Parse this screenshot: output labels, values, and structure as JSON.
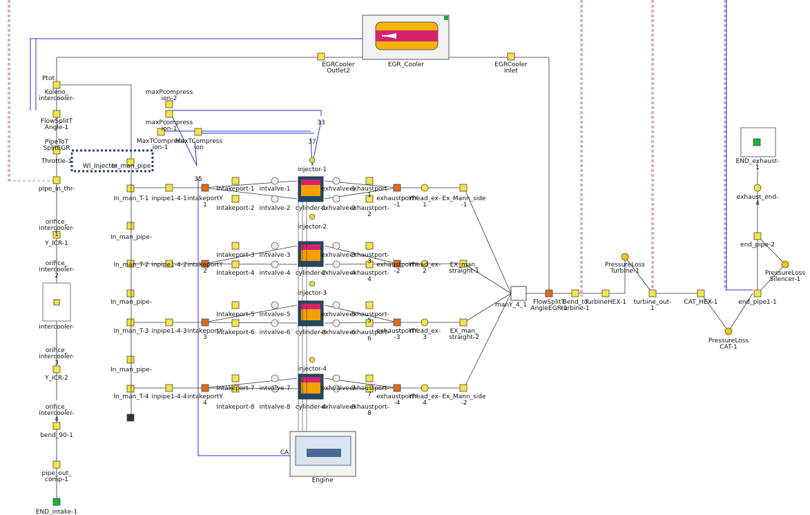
{
  "labels": {
    "egr_cooler": "EGR_Cooler",
    "egr_cooler_outlet": "EGRCooler\nOutlet2",
    "egr_cooler_inlet": "EGRCooler\nInlet",
    "koleno": "Koleno_\nintercooler-",
    "flowsplit_angle": "FlowSplitT\nAngle-1",
    "pipetot": "PipeToT\nSplitEGR",
    "throttle": "Throttle-1",
    "wi_injector": "WI_Injector",
    "in_man_pipe": "In_man_pipe",
    "pipe_in_thr": "pipe_in_thr-",
    "orifice1": "orifice_\nintercooler-\n1",
    "y_icr1": "Y_ICR-1",
    "orifice2": "orifice_\nintercooler-\n2",
    "intercooler": "intercooler-",
    "orifice3": "orifice_\nintercooler-\n3",
    "y_icr2": "Y_ICR-2",
    "orifice4": "orifice_\nintercooler-\n4",
    "bend": "bend_90-1",
    "pipe_out_comp": "pipe_out_\ncomp-1",
    "end_intake": "END_intake-1",
    "maxp2": "maxPcompress\nion-2",
    "maxp1": "maxPcompress\nion-1",
    "maxt1": "MaxTCompress\nion-1",
    "maxt": "MaxTCompress\nion",
    "n33": "33",
    "n37": "37",
    "n35": "35",
    "injector1": "injector-1",
    "injector2": "injector-2",
    "injector3": "injector-3",
    "injector4": "injector-4",
    "in_man_t1": "In_man_T-1",
    "in_man_t2": "In_man_T-2",
    "in_man_t3": "In_man_T-3",
    "in_man_t4": "In_man_T-4",
    "in_man_pipe_a": "In_man_pipe-",
    "in_man_pipe_b": "In_man_pipe-",
    "in_man_pipe_c": "In_man_pipe-",
    "inpipe1": "inpipe1-4-1",
    "inpipe2": "inpipe1-4-2",
    "inpipe3": "inpipe1-4-3",
    "inpipe4": "inpipe1-4-4",
    "intakeport_y1": "intakeportY\n1",
    "intakeport_y2": "intakeportY\n2",
    "intakeport_y3": "intakeportY\n3",
    "intakeport_y4": "intakeportY\n4",
    "ip1": "Intakeport-1",
    "ip2": "Intakeport-2",
    "ip3": "Intakeport-3",
    "ip4": "Intakeport-4",
    "ip5": "Intakeport-5",
    "ip6": "Intakeport-6",
    "ip7": "Intakeport-7",
    "ip8": "Intakeport-8",
    "iv1": "intvalve-1",
    "iv2": "intvalve-2",
    "iv3": "intvalve-3",
    "iv4": "intvalve-4",
    "iv5": "intvalve-5",
    "iv6": "intvalve-6",
    "iv7": "intvalve-7",
    "iv8": "intvalve-8",
    "cyl1": "cylinder-1",
    "cyl2": "cylinder-2",
    "cyl3": "cylinder-3",
    "cyl4": "cylinder-4",
    "exv1": "exhvalve-1",
    "exv2": "exhvalve-2",
    "exv3": "exhvalve-3",
    "exv4": "exhvalve-4",
    "exv5": "exhvalve-5",
    "exv6": "exhvalve-6",
    "exv7": "exhvalve-7",
    "exv8": "exhvalve-8",
    "exp1": "exhaustport-\n1",
    "exp2": "exhaustport-\n2",
    "exp3": "exhaustport-\n3",
    "exp4": "exhaustport-\n4",
    "exp5": "exhaustport-\n5",
    "exp6": "exhaustport-\n6",
    "exp7": "exhaustport-\n7",
    "exp8": "exhaustport-\n8",
    "exhy1": "exhaustportY\n-1",
    "exhy2": "exhaustportY\n-2",
    "exhy3": "exhaustportY\n-3",
    "exhy4": "exhaustportY\n-4",
    "yhead1": "Yhead_ex-\n1",
    "yhead2": "Yhead_ex-\n2",
    "yhead3": "Yhead_ex-\n3",
    "yhead4": "Yhead_ex-\n4",
    "exman_side1": "Ex_Mann_side\n-1",
    "exman_straight1": "EX_man_\nstraight-1",
    "exman_straight2": "EX_man_\nstraight-2",
    "exman_side2": "Ex_Mann_side\n-2",
    "many": "manY_4_1",
    "flowsplit_egr": "FlowSplitT\nAngleEGR-1",
    "bend_turbine": "Bend_to\nturbine-1",
    "turbine_hex": "TurbineHEX-1",
    "pl_turbine": "PressureLoss\nTurbine-1",
    "turbine_out": "turbine_out-\n1",
    "cat_hex": "CAT_HEX-1",
    "pl_cat": "PressureLoss\nCAT-1",
    "end_pipe1": "end_pipe1-1",
    "end_pipe2": "end_pipe-2",
    "pl_silencer": "PressureLoss\nSilencer-1",
    "exhaust_end": "exhaust_end-\n4",
    "end_exhaust": "END_exhaust-\n1",
    "engine": "Engine",
    "ca": "CA",
    "ptot": "Ptot"
  },
  "colors": {
    "pipe_fill": "#f7e34a",
    "connection": "#333333",
    "signal": "#2233cc",
    "selection": "#1f3f7a",
    "end_green": "#1fae3a"
  }
}
